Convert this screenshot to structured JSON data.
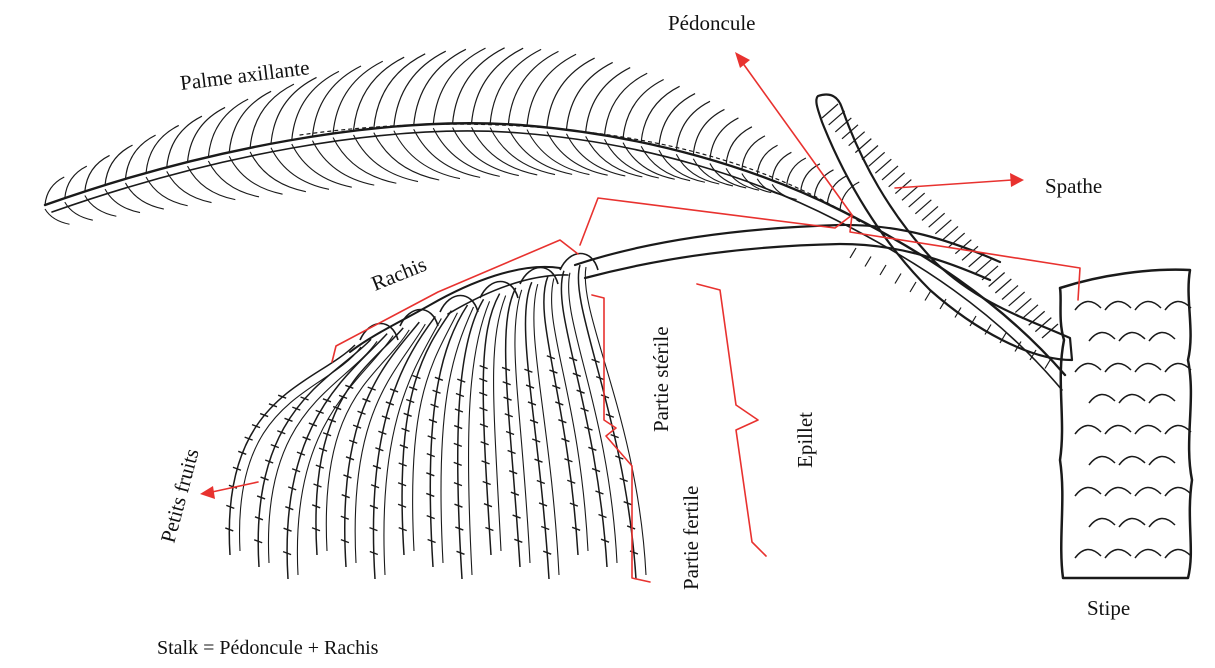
{
  "labels": {
    "pedoncule": "Pédoncule",
    "palme_axillante": "Palme axillante",
    "spathe": "Spathe",
    "rachis": "Rachis",
    "partie_sterile": "Partie stérile",
    "epillet": "Epillet",
    "partie_fertile": "Partie fertile",
    "petits_fruits": "Petits fruits",
    "stipe": "Stipe"
  },
  "caption": "Stalk = Pédoncule + Rachis",
  "colors": {
    "ink": "#1a1a1a",
    "annotation": "#e8322f",
    "background": "#ffffff"
  }
}
